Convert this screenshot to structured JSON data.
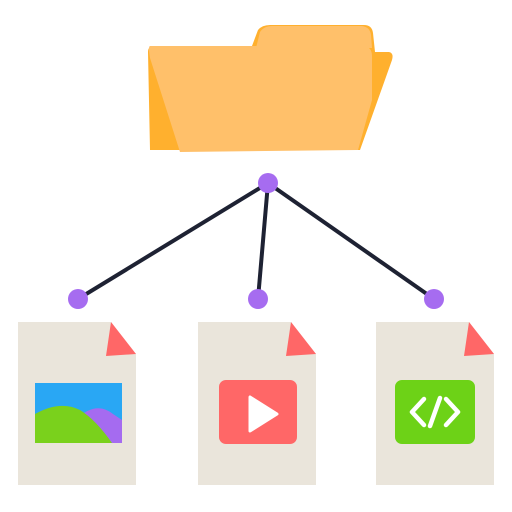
{
  "illustration": {
    "folder_icon": "open-folder-icon",
    "hub_node": "connector-node",
    "files": [
      {
        "name": "image-file",
        "icon": "image-icon"
      },
      {
        "name": "video-file",
        "icon": "play-icon"
      },
      {
        "name": "code-file",
        "icon": "code-icon"
      }
    ]
  },
  "colors": {
    "folder_front": "#FFC06A",
    "folder_back": "#FFB02E",
    "connector": "#1E2233",
    "node": "#A66CF0",
    "file_paper": "#EAE5DB",
    "file_corner": "#FF6767",
    "image_sky": "#29A7F4",
    "image_hill": "#7AD11C",
    "image_hill_back": "#A56BF0",
    "video_bg": "#FF6767",
    "code_bg": "#6DD217"
  }
}
